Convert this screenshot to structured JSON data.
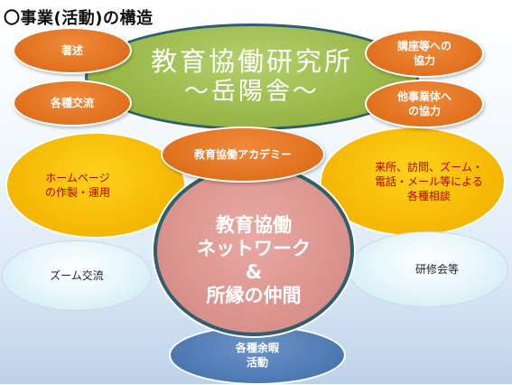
{
  "title": "〇事業(活動)の構造",
  "center_top": {
    "line1": "教育協働研究所",
    "line2": "〜岳陽舎〜"
  },
  "nodes": {
    "chojutsu": "著述",
    "kakushu_koryu": "各種交流",
    "koza": [
      "講座等への",
      "協力"
    ],
    "tajigyo": [
      "他事業体へ",
      "の協力"
    ],
    "academy": "教育協働アカデミー",
    "homepage": [
      "ホームページ",
      "の作製・運用"
    ],
    "sodan": [
      "来所、訪問、ズーム・",
      "電話・メール等による",
      "各種相談"
    ],
    "network": [
      "教育協働",
      "ネットワーク",
      "&",
      "所縁の仲間"
    ],
    "zoom": "ズーム交流",
    "kenshu": "研修会等",
    "yoka": [
      "各種余暇",
      "活動"
    ]
  },
  "colors": {
    "orange": "#e0701e",
    "green": "#95b443",
    "yellow": "#f3b400",
    "pink": "#d9908a",
    "light_blue": "#e9f7fb",
    "dark_blue": "#4a76b0",
    "red_text": "#b00000"
  }
}
